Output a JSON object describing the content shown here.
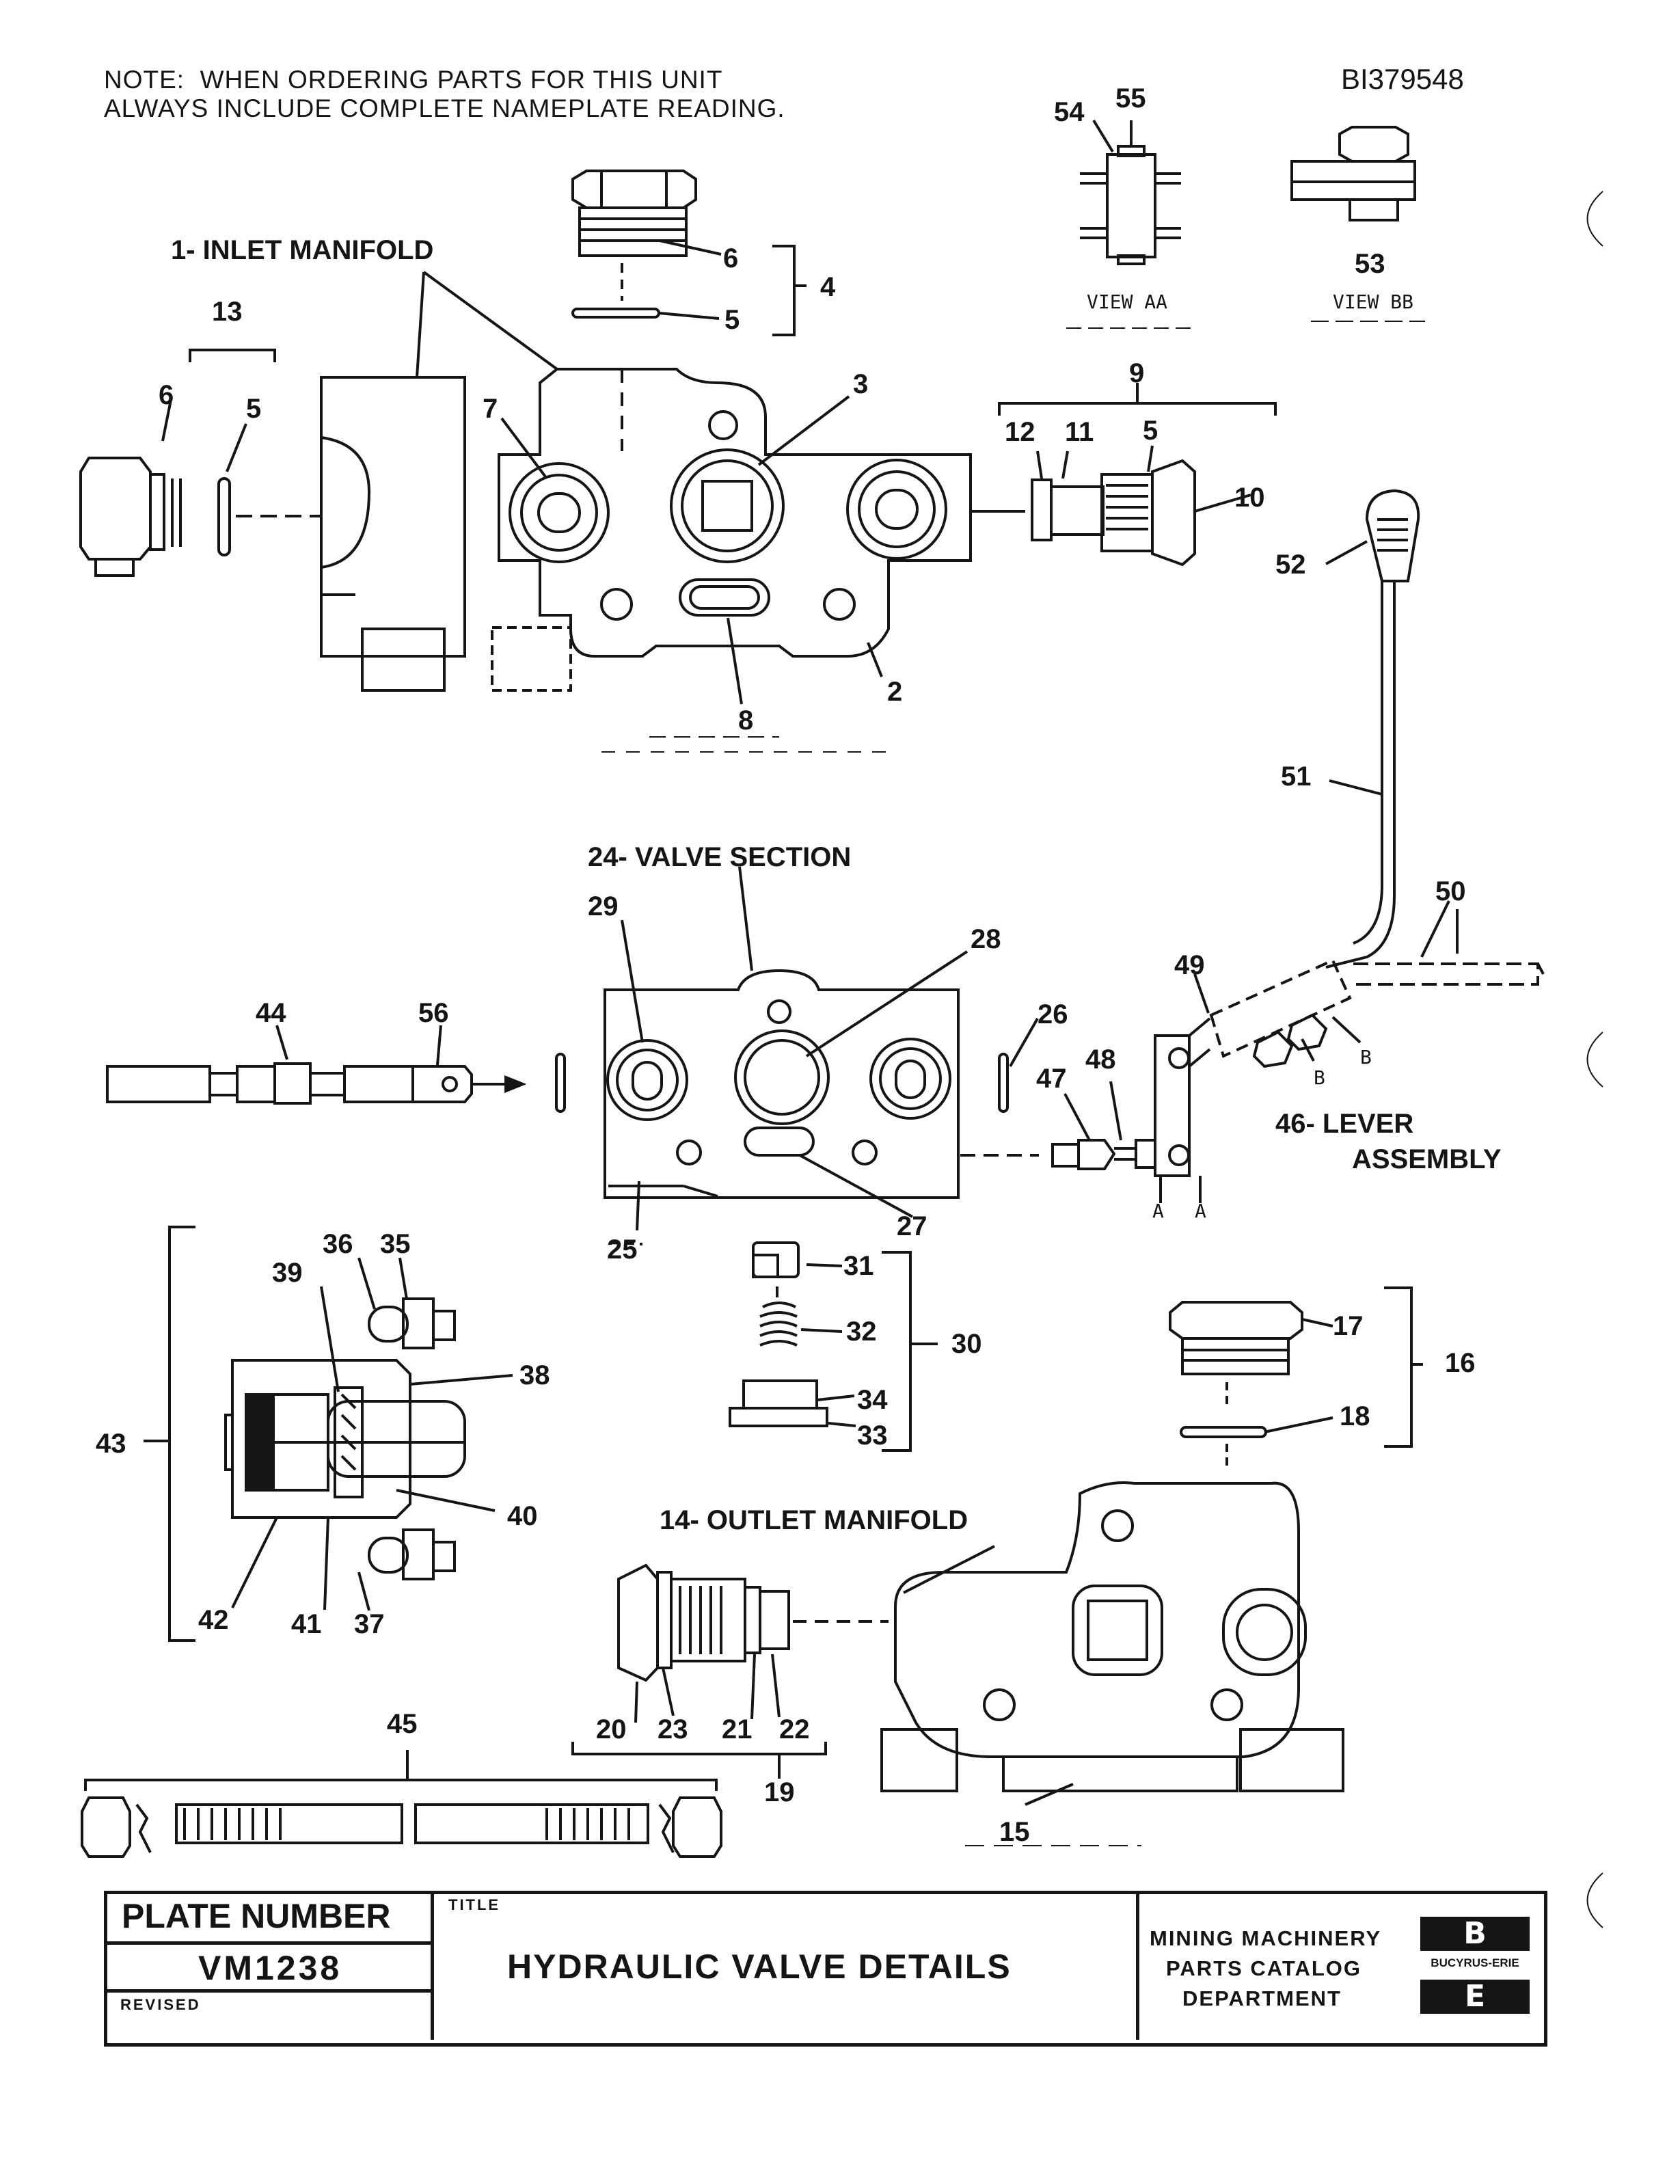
{
  "header": {
    "note_line1": "NOTE:  WHEN ORDERING PARTS FOR THIS UNIT",
    "note_line2": "ALWAYS INCLUDE COMPLETE NAMEPLATE READING.",
    "document_id": "BI379548"
  },
  "assemblies": {
    "inlet_manifold": "1- INLET MANIFOLD",
    "valve_section": "24- VALVE SECTION",
    "lever_assembly_1": "46- LEVER",
    "lever_assembly_2": "ASSEMBLY",
    "outlet_manifold": "14- OUTLET MANIFOLD"
  },
  "views": {
    "view_aa": "VIEW AA",
    "view_bb": "VIEW BB"
  },
  "section_marks": [
    "A",
    "A",
    "B",
    "B"
  ],
  "part_numbers": {
    "p2": "2",
    "p3": "3",
    "p4": "4",
    "p5a": "5",
    "p5b": "5",
    "p5c": "5",
    "p6a": "6",
    "p6b": "6",
    "p7": "7",
    "p8": "8",
    "p9": "9",
    "p10": "10",
    "p11": "11",
    "p12": "12",
    "p13": "13",
    "p15": "15",
    "p16": "16",
    "p17": "17",
    "p18": "18",
    "p19": "19",
    "p20": "20",
    "p21": "21",
    "p22": "22",
    "p23": "23",
    "p25": "25",
    "p26": "26",
    "p27": "27",
    "p28": "28",
    "p29": "29",
    "p30": "30",
    "p31": "31",
    "p32": "32",
    "p33": "33",
    "p34": "34",
    "p35": "35",
    "p36": "36",
    "p37": "37",
    "p38": "38",
    "p39": "39",
    "p40": "40",
    "p41": "41",
    "p42": "42",
    "p43": "43",
    "p44": "44",
    "p45": "45",
    "p47": "47",
    "p48": "48",
    "p49": "49",
    "p50": "50",
    "p51": "51",
    "p52": "52",
    "p53": "53",
    "p54": "54",
    "p55": "55",
    "p56": "56"
  },
  "title_block": {
    "plate_number_label": "PLATE NUMBER",
    "plate_number": "VM1238",
    "revised_label": "REVISED",
    "title_label": "TITLE",
    "title": "HYDRAULIC VALVE DETAILS",
    "department_line1": "MINING MACHINERY",
    "department_line2": "PARTS CATALOG",
    "department_line3": "DEPARTMENT",
    "logo_text": "BUCYRUS-ERIE",
    "logo_letter_top": "B",
    "logo_letter_bottom": "E"
  }
}
